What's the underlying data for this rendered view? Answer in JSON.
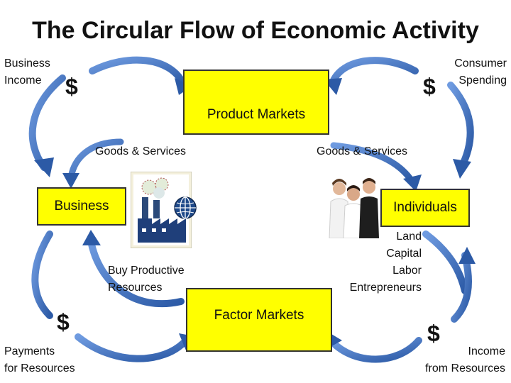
{
  "title": "The Circular Flow of Economic Activity",
  "boxes": {
    "product_markets": "Product  Markets",
    "business": "Business",
    "individuals": "Individuals",
    "factor_markets": "Factor Markets"
  },
  "labels": {
    "business_income": [
      "Business",
      "Income"
    ],
    "consumer_spending": [
      "Consumer",
      "Spending"
    ],
    "goods_services_left": "Goods & Services",
    "goods_services_right": "Goods & Services",
    "buy_productive_resources": [
      "Buy Productive",
      "Resources"
    ],
    "factors": [
      "Land",
      "Capital",
      "Labor",
      "Entrepreneurs"
    ],
    "payments_for_resources": [
      "Payments",
      "for Resources"
    ],
    "income_from_resources": [
      "Income",
      "from Resources"
    ]
  },
  "dollar_sign": "$",
  "colors": {
    "box_fill": "#ffff00",
    "arrow_fill": "#3f74c4",
    "arrow_dark": "#1f3f7a"
  },
  "icons": [
    "factory-icon",
    "globe-icon",
    "people-photo"
  ]
}
